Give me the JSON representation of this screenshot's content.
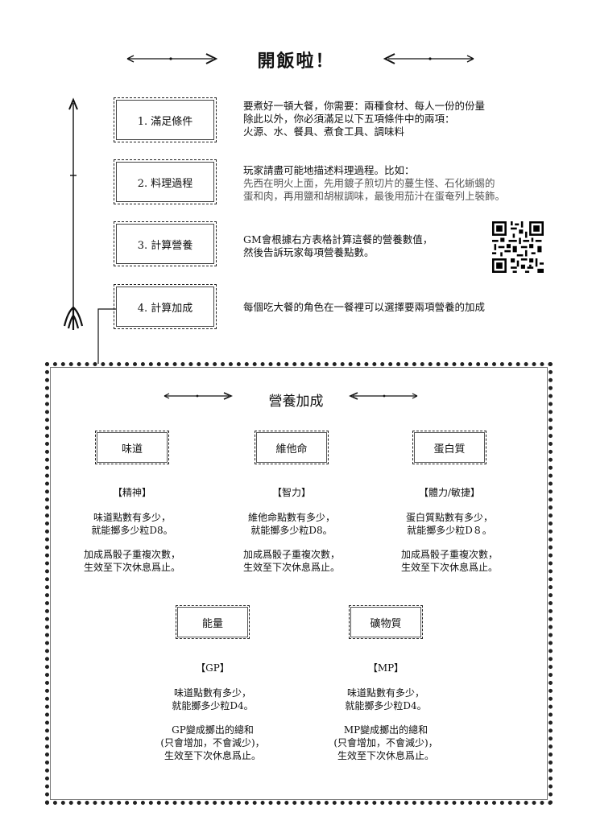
{
  "page": {
    "title": "開飯啦！",
    "steps": [
      {
        "label": "1. 滿足條件",
        "lines": [
          "要煮好一頓大餐，你需要：兩種食材、每人一份的份量",
          "除此以外，你必須滿足以下五項條件中的兩項：",
          "火源、水、餐具、煮食工具、調味料"
        ]
      },
      {
        "label": "2. 料理過程",
        "lines": [
          "玩家請盡可能地描述料理過程。比如：",
          "先西在明火上面，先用鍍子煎切片的蔓生怪、石化蜥蜴的",
          "蛋和肉，再用鹽和胡椒調味，最後用茄汁在蛋奄列上裝飾。"
        ]
      },
      {
        "label": "3. 計算營養",
        "lines": [
          "GM會根據右方表格計算這餐的營養數值，",
          "然後告訴玩家每項營養點數。"
        ]
      },
      {
        "label": "4. 計算加成",
        "lines": [
          "每個吃大餐的角色在一餐裡可以選擇要兩項營養的加成"
        ]
      }
    ]
  },
  "nutrition": {
    "title": "營養加成",
    "items": [
      {
        "box": "味道",
        "tag": "【精神】",
        "para1": [
          "味道點數有多少，",
          "就能擲多少粒D8。"
        ],
        "para2": [
          "加成爲骰子重複次數，",
          "生效至下次休息爲止。"
        ]
      },
      {
        "box": "維他命",
        "tag": "【智力】",
        "para1": [
          "維他命點數有多少，",
          "就能擲多少粒D8。"
        ],
        "para2": [
          "加成爲骰子重複次數，",
          "生效至下次休息爲止。"
        ]
      },
      {
        "box": "蛋白質",
        "tag": "【體力/敏捷】",
        "para1": [
          "蛋白質點數有多少，",
          "就能擲多少粒D８。"
        ],
        "para2": [
          "加成爲骰子重複次數，",
          "生效至下次休息爲止。"
        ]
      },
      {
        "box": "能量",
        "tag": "【GP】",
        "para1": [
          "味道點數有多少，",
          "就能擲多少粒D4。"
        ],
        "para2": [
          "GP變成擲出的總和",
          "(只會增加，不會減少)，",
          "生效至下次休息爲止。"
        ]
      },
      {
        "box": "礦物質",
        "tag": "【MP】",
        "para1": [
          "味道點數有多少，",
          "就能擲多少粒D4。"
        ],
        "para2": [
          "MP變成擲出的總和",
          "(只會增加，不會減少)，",
          "生效至下次休息爲止。"
        ]
      }
    ]
  },
  "icons": [
    "flourish-arrow-right-icon",
    "flourish-arrow-left-icon",
    "vertical-arrow-icon",
    "qr-code-icon"
  ]
}
